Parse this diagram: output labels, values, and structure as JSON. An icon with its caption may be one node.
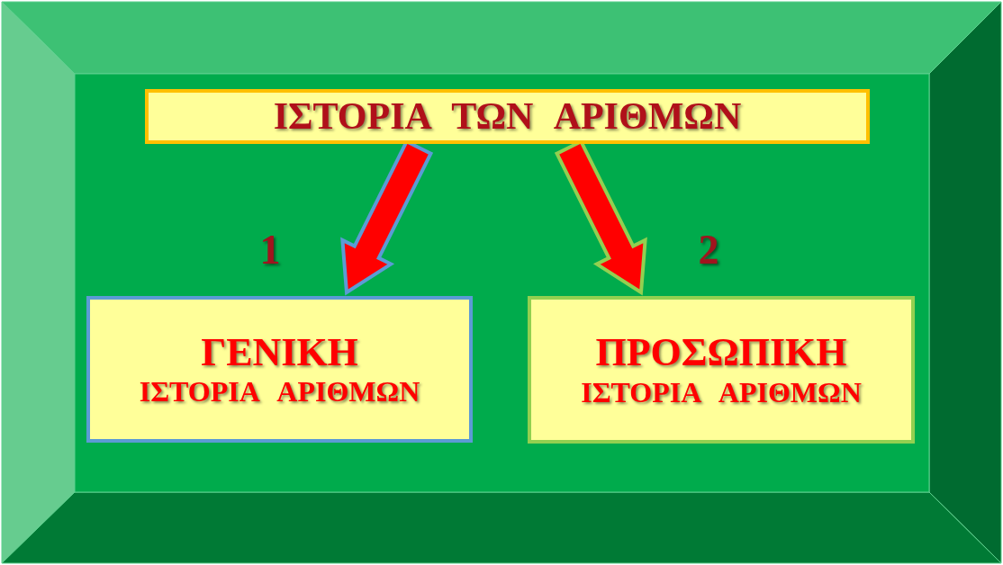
{
  "diagram": {
    "nodes": [
      {
        "text": [
          "ΙΣΤΟΡΙΑ ΤΩΝ ΑΡΙΘΜΩΝ"
        ]
      },
      {
        "text": [
          "ΓΕΝΙΚΗ",
          "ΙΣΤΟΡΙΑ ΑΡΙΘΜΩΝ"
        ]
      },
      {
        "text": [
          "ΠΡΟΣΩΠΙΚΗ",
          "ΙΣΤΟΡΙΑ ΑΡΙΘΜΩΝ"
        ]
      }
    ],
    "edges": [
      {
        "from": 0,
        "to": 1,
        "arrow": "to"
      },
      {
        "from": 0,
        "to": 2,
        "arrow": "to"
      }
    ],
    "labels": [
      "1",
      "2"
    ]
  }
}
